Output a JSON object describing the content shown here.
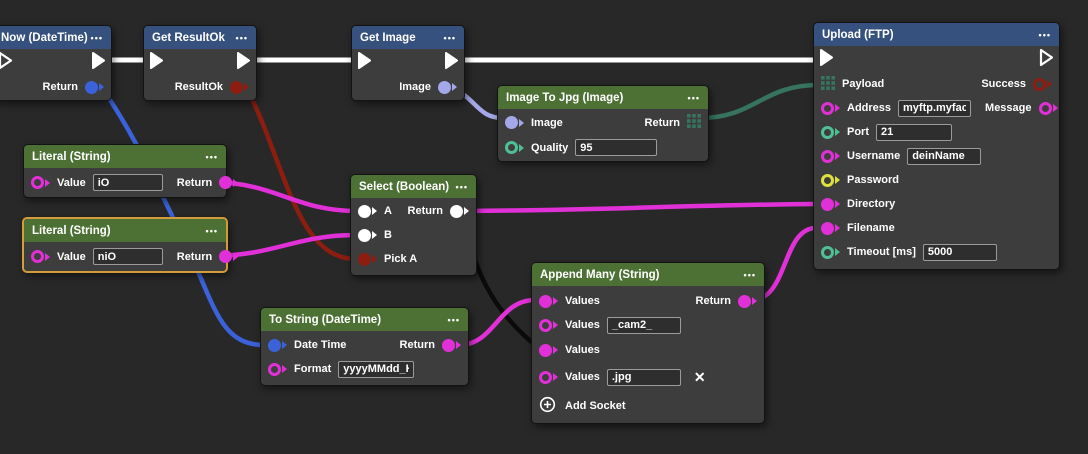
{
  "ui": {
    "menu_icon": "•••",
    "delete_icon": "✕"
  },
  "colors": {
    "canvas": "#282828",
    "nodebg": "#3d3d3d",
    "headerblue": "#36517d",
    "headergreen": "#4d7134",
    "selection": "#d39c3a",
    "fieldbg": "#2e2e2e",
    "fieldborder": "#9b9b9b",
    "exec": "#ffffff",
    "string": "#e230d8",
    "datetime": "#3c62d9",
    "boolres": "#8c1d10",
    "image": "#a3a8e8",
    "bytes": "#36745f",
    "number": "#4fc096",
    "password": "#dfe23d",
    "any": "#ffffff",
    "wireblack": "#0b0b0b"
  },
  "nodes": {
    "now": {
      "title": "Now (DateTime)",
      "outputs": {
        "return": "Return"
      }
    },
    "getResultOk": {
      "title": "Get ResultOk",
      "outputs": {
        "return": "ResultOk"
      }
    },
    "getImage": {
      "title": "Get Image",
      "outputs": {
        "return": "Image"
      }
    },
    "imageToJpg": {
      "title": "Image To Jpg (Image)",
      "inputs": {
        "image": "Image",
        "quality": "Quality"
      },
      "fields": {
        "quality": "95"
      },
      "outputs": {
        "return": "Return"
      }
    },
    "literal1": {
      "title": "Literal (String)",
      "inputs": {
        "value": "Value"
      },
      "fields": {
        "value": "iO"
      },
      "outputs": {
        "return": "Return"
      }
    },
    "literal2": {
      "title": "Literal (String)",
      "inputs": {
        "value": "Value"
      },
      "fields": {
        "value": "niO"
      },
      "outputs": {
        "return": "Return"
      }
    },
    "select": {
      "title": "Select (Boolean)",
      "inputs": {
        "a": "A",
        "b": "B",
        "pickA": "Pick A"
      },
      "outputs": {
        "return": "Return"
      }
    },
    "toString": {
      "title": "To String (DateTime)",
      "inputs": {
        "dateTime": "Date Time",
        "format": "Format"
      },
      "fields": {
        "format": "yyyyMMdd_HH"
      },
      "outputs": {
        "return": "Return"
      }
    },
    "appendMany": {
      "title": "Append Many (String)",
      "inputs": {
        "values1": "Values",
        "values2": "Values",
        "values3": "Values",
        "values4": "Values"
      },
      "fields": {
        "values2": "_cam2_",
        "values4": ".jpg"
      },
      "outputs": {
        "return": "Return"
      },
      "add_socket": "Add Socket"
    },
    "upload": {
      "title": "Upload (FTP)",
      "inputs": {
        "payload": "Payload",
        "address": "Address",
        "port": "Port",
        "username": "Username",
        "password": "Password",
        "directory": "Directory",
        "filename": "Filename",
        "timeout": "Timeout [ms]"
      },
      "fields": {
        "address": "myftp.myfactor",
        "port": "21",
        "username": "deinName",
        "timeout": "5000"
      },
      "outputs": {
        "success": "Success",
        "message": "Message"
      }
    }
  }
}
